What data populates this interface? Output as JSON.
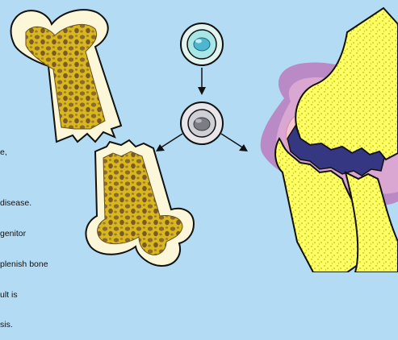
{
  "caption_lines": [
    "e,",
    "",
    "disease.",
    "genitor",
    "plenish bone",
    "ult is",
    "sis."
  ],
  "colors": {
    "background": "#b3dcf4",
    "bone_shell": "#fbf7d8",
    "spongy_fill": "#d9b81d",
    "marrow_holes": "#8b6a2f",
    "cartilage_fill": "#ffff66",
    "cartilage_speckle": "#c9b400",
    "damaged_cartilage": "#363782",
    "inflammation_outer": "#b98ac6",
    "inflammation_inner": "#d9a7d1",
    "joint_pink": "#f3c6cf",
    "progenitor_cell": "#a9e6e6",
    "progenitor_nucleus": "#4fb6cf",
    "grey_cell": "#cfcfd6",
    "grey_nucleus": "#7c7c84"
  }
}
